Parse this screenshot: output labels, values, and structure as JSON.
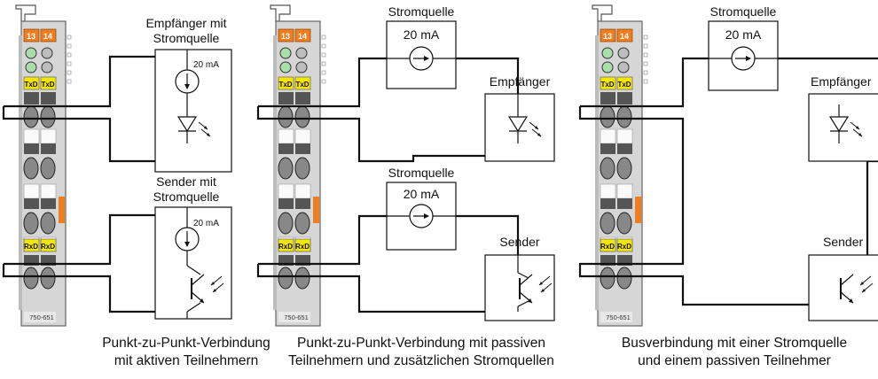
{
  "colors": {
    "terminal_orange": "#f07d1e",
    "signal_yellow": "#f5e600",
    "led_green": "#a8e0a8",
    "housing_gray": "#d9d9d9"
  },
  "terminal": {
    "number_left": "13",
    "number_right": "14",
    "txd": "TxD",
    "rxd": "RxD",
    "model": "750-651"
  },
  "panels": [
    {
      "top_label": [
        "Empfänger mit",
        "Stromquelle"
      ],
      "top_current": "20 mA",
      "bottom_label": [
        "Sender mit",
        "Stromquelle"
      ],
      "bottom_current": "20 mA",
      "caption": [
        "Punkt-zu-Punkt-Verbindung",
        "mit aktiven Teilnehmern"
      ]
    },
    {
      "top_source_label": "Stromquelle",
      "top_current": "20 mA",
      "receiver_label": "Empfänger",
      "bottom_source_label": "Stromquelle",
      "bottom_current": "20 mA",
      "sender_label": "Sender",
      "caption": [
        "Punkt-zu-Punkt-Verbindung mit passiven",
        "Teilnehmern und zusätzlichen Stromquellen"
      ]
    },
    {
      "source_label": "Stromquelle",
      "current": "20 mA",
      "receiver_label": "Empfänger",
      "sender_label": "Sender",
      "caption": [
        "Busverbindung mit einer Stromquelle",
        "und einem passiven Teilnehmer"
      ]
    }
  ]
}
